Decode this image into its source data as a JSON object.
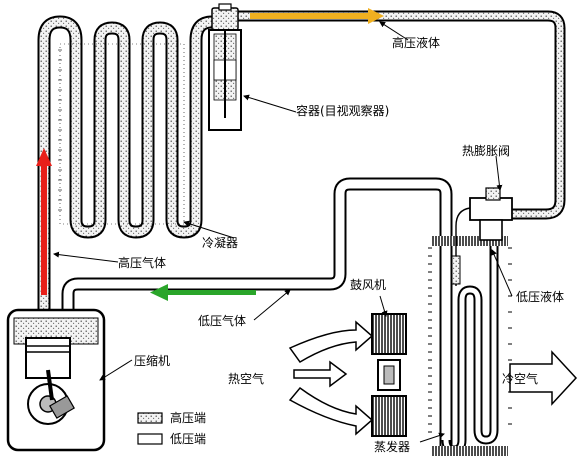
{
  "labels": {
    "high_pressure_liquid_top": "高压液体",
    "receiver": "容器(目视观察器)",
    "expansion_valve": "热膨胀阀",
    "condenser": "冷凝器",
    "high_pressure_gas": "高压气体",
    "low_pressure_liquid": "低压液体",
    "blower": "鼓风机",
    "low_pressure_gas": "低压气体",
    "compressor": "压缩机",
    "hot_air": "热空气",
    "cold_air": "冷空气",
    "evaporator": "蒸发器"
  },
  "legend": {
    "high_side": "高压端",
    "low_side": "低压端"
  },
  "colors": {
    "flow_arrow_high_gas": "#e8201a",
    "flow_arrow_high_liquid": "#f0b020",
    "flow_arrow_low_gas": "#2aa52a",
    "high_side_fill": "stippled",
    "low_side_fill": "#ffffff"
  }
}
